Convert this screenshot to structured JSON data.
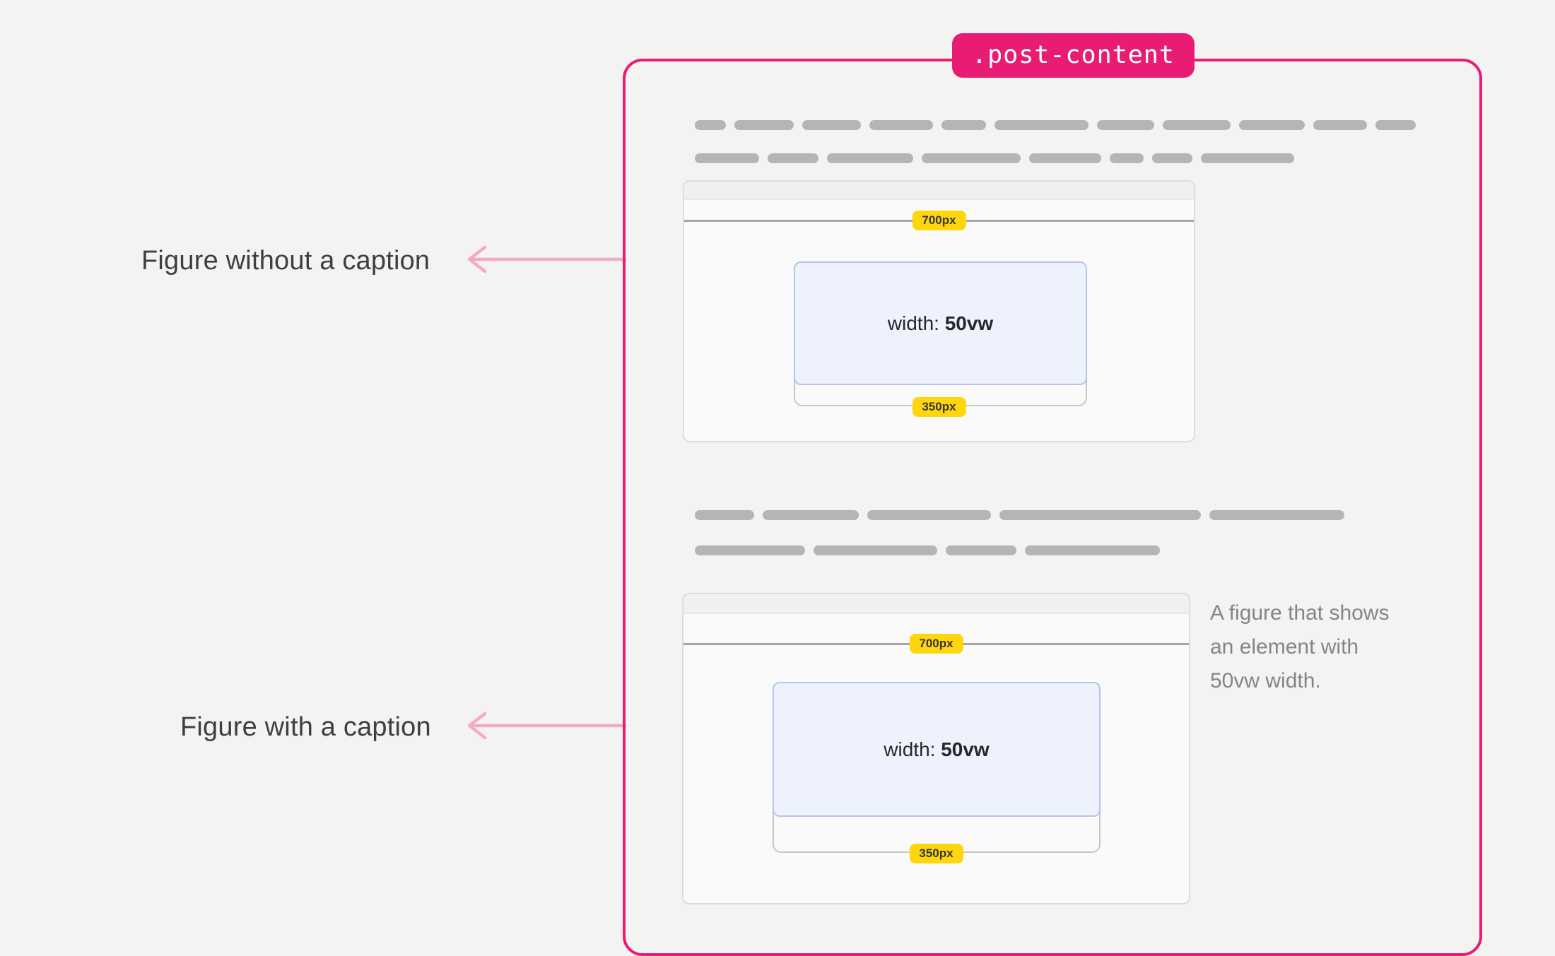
{
  "container": {
    "tag": ".post-content"
  },
  "annotations": {
    "figure_without_caption": "Figure without a caption",
    "figure_with_caption": "Figure with a caption"
  },
  "figures": [
    {
      "viewport_width_label": "700px",
      "element_label_prefix": "width: ",
      "element_label_value": "50vw",
      "element_width_label": "350px",
      "caption": ""
    },
    {
      "viewport_width_label": "700px",
      "element_label_prefix": "width: ",
      "element_label_value": "50vw",
      "element_width_label": "350px",
      "caption": "A figure that shows\nan element with\n50vw width."
    }
  ],
  "skeleton": {
    "paragraphs": [
      {
        "rows": [
          [
            44,
            84,
            83,
            90,
            63,
            133,
            81,
            96,
            93,
            76,
            57
          ],
          [
            91,
            72,
            122,
            140,
            102,
            48,
            57,
            132
          ]
        ]
      },
      {
        "rows": [
          [
            84,
            136,
            175,
            285,
            191
          ],
          [
            156,
            175,
            100,
            191
          ]
        ]
      }
    ]
  },
  "colors": {
    "accent_pink": "#e91c74",
    "arrow_pink": "#f5a9c8",
    "highlight_yellow": "#ffd60e",
    "element_blue_bg": "#edf2fc",
    "element_blue_border": "#b7c3e9",
    "bar_gray": "#b5b5b5",
    "label_text": "#3f3f41",
    "caption_text": "#858589"
  }
}
